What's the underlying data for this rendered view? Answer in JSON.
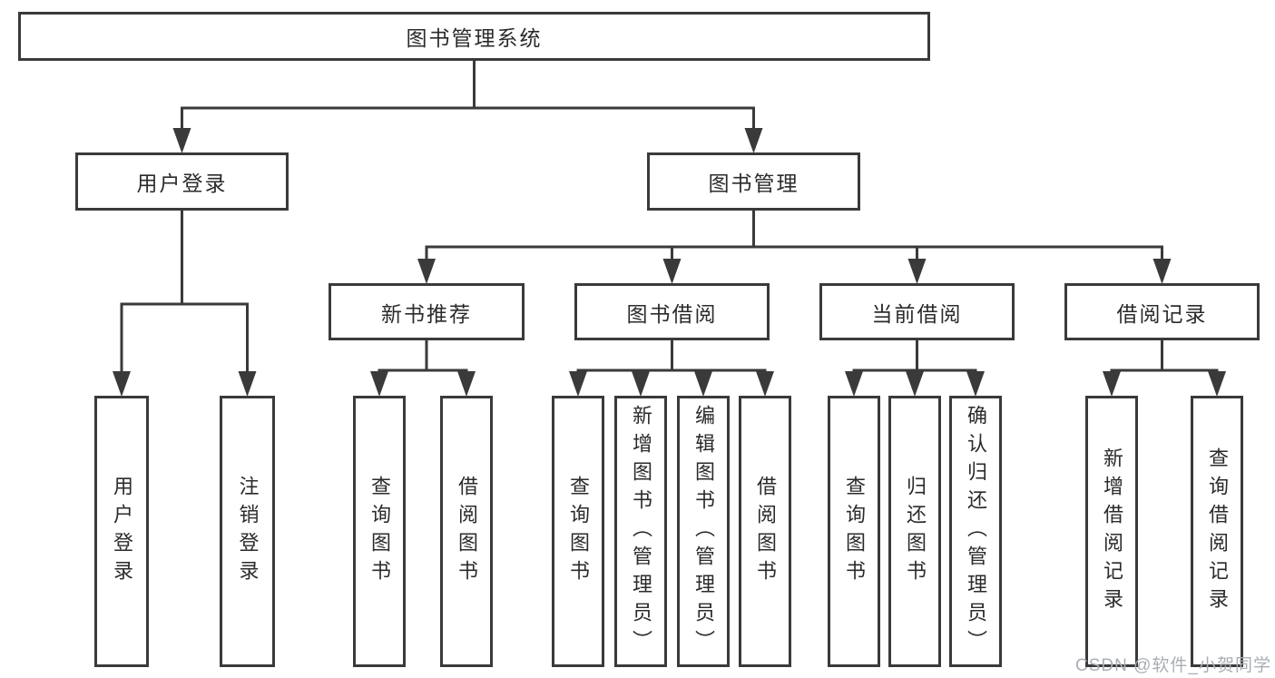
{
  "diagram": {
    "title": "图书管理系统",
    "nodes": [
      {
        "id": "root",
        "label": "图书管理系统",
        "parent": null
      },
      {
        "id": "user-login",
        "label": "用户登录",
        "parent": "root"
      },
      {
        "id": "book-mgmt",
        "label": "图书管理",
        "parent": "root"
      },
      {
        "id": "login",
        "label": "用户登录",
        "parent": "user-login"
      },
      {
        "id": "logout",
        "label": "注销登录",
        "parent": "user-login"
      },
      {
        "id": "new-book-rec",
        "label": "新书推荐",
        "parent": "book-mgmt"
      },
      {
        "id": "book-borrow",
        "label": "图书借阅",
        "parent": "book-mgmt"
      },
      {
        "id": "current-borrow",
        "label": "当前借阅",
        "parent": "book-mgmt"
      },
      {
        "id": "borrow-records",
        "label": "借阅记录",
        "parent": "book-mgmt"
      },
      {
        "id": "rec-query",
        "label": "查询图书",
        "parent": "new-book-rec"
      },
      {
        "id": "rec-borrow",
        "label": "借阅图书",
        "parent": "new-book-rec"
      },
      {
        "id": "bb-query",
        "label": "查询图书",
        "parent": "book-borrow"
      },
      {
        "id": "bb-add",
        "label": "新增图书（管理员）",
        "parent": "book-borrow"
      },
      {
        "id": "bb-edit",
        "label": "编辑图书（管理员）",
        "parent": "book-borrow"
      },
      {
        "id": "bb-borrow",
        "label": "借阅图书",
        "parent": "book-borrow"
      },
      {
        "id": "cb-query",
        "label": "查询图书",
        "parent": "current-borrow"
      },
      {
        "id": "cb-return",
        "label": "归还图书",
        "parent": "current-borrow"
      },
      {
        "id": "cb-confirm",
        "label": "确认归还（管理员）",
        "parent": "current-borrow"
      },
      {
        "id": "br-add",
        "label": "新增借阅记录",
        "parent": "borrow-records"
      },
      {
        "id": "br-query",
        "label": "查询借阅记录",
        "parent": "borrow-records"
      }
    ]
  },
  "watermark": {
    "text": "CSDN @软件_小贺同学"
  },
  "colors": {
    "line": "#3a3a3a",
    "text": "#2b2b2b",
    "watermark": "#a9aeb6",
    "background": "#ffffff"
  }
}
